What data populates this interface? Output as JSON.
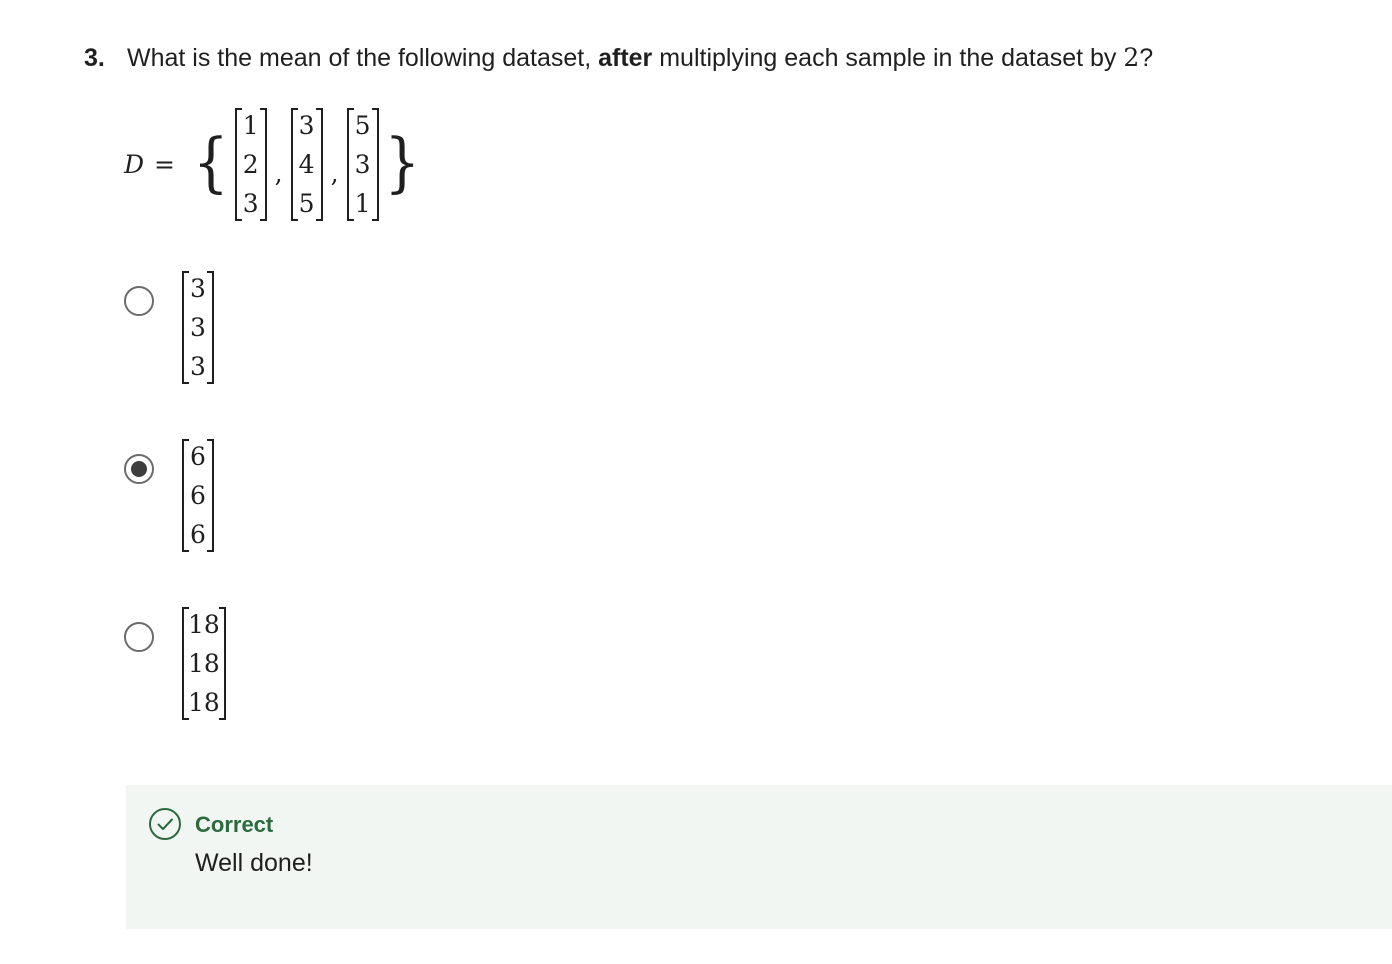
{
  "question": {
    "number": "3.",
    "text_before": "What is the mean of the following dataset, ",
    "text_bold": "after",
    "text_after": " multiplying each sample in the dataset by ",
    "factor": "2",
    "question_mark": "?"
  },
  "dataset": {
    "symbol": "D",
    "equals": "=",
    "open_brace": "{",
    "close_brace": "}",
    "separator": ",",
    "vectors": [
      [
        "1",
        "2",
        "3"
      ],
      [
        "3",
        "4",
        "5"
      ],
      [
        "5",
        "3",
        "1"
      ]
    ]
  },
  "options": [
    {
      "values": [
        "3",
        "3",
        "3"
      ],
      "selected": false
    },
    {
      "values": [
        "6",
        "6",
        "6"
      ],
      "selected": true
    },
    {
      "values": [
        "18",
        "18",
        "18"
      ],
      "selected": false
    }
  ],
  "feedback": {
    "icon": "check-circle-icon",
    "title": "Correct",
    "message": "Well done!",
    "accent_color": "#2b6a3f",
    "background_color": "#f2f6f2"
  }
}
